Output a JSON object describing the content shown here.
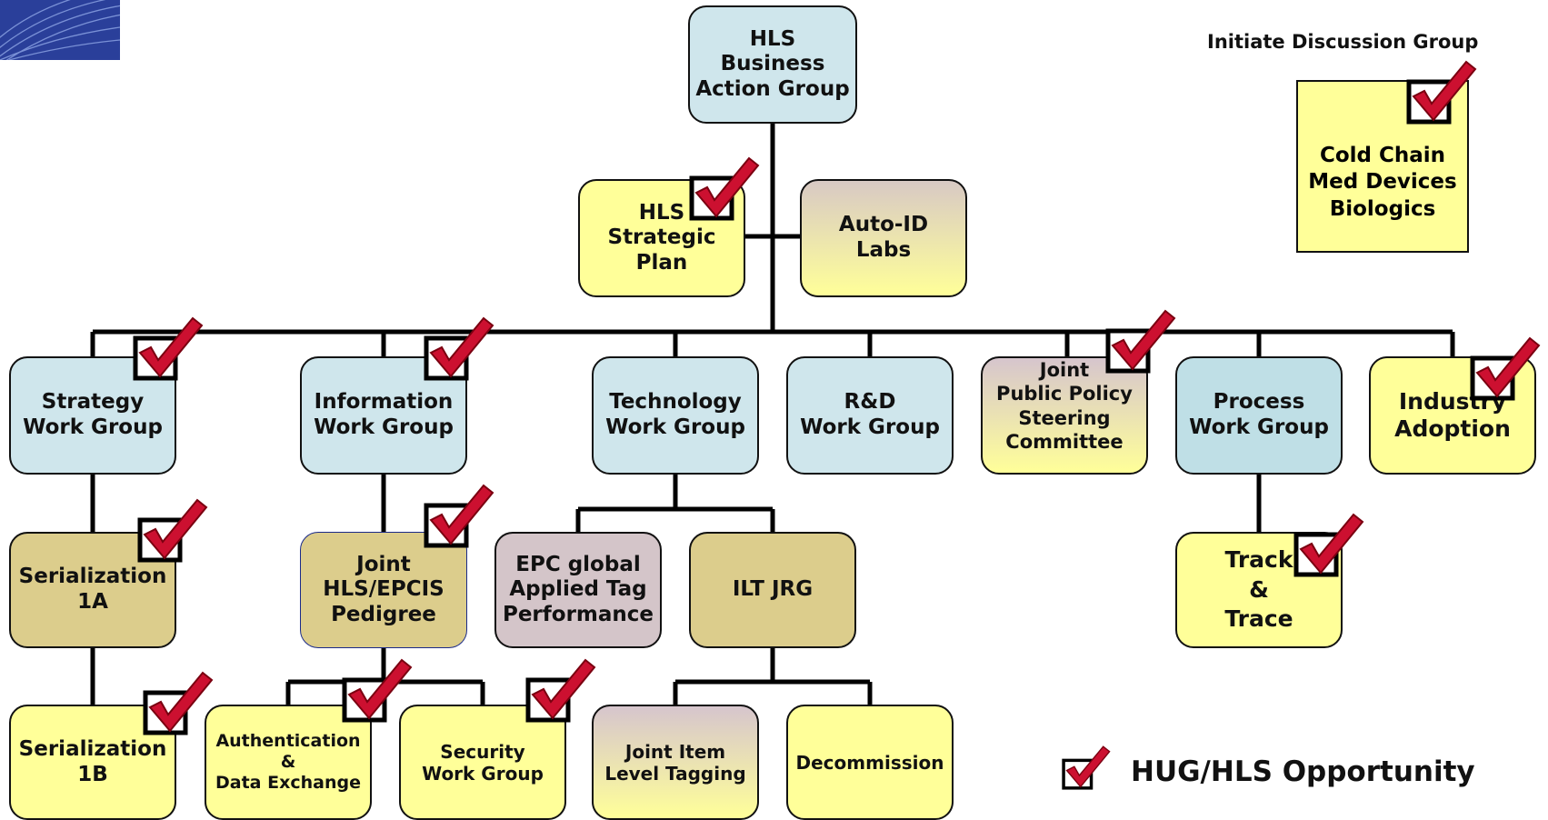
{
  "header_note": "Initiate Discussion Group",
  "legend": {
    "icon": "checkmark-icon",
    "label": "HUG/HLS Opportunity"
  },
  "colors": {
    "blue": "#cfe6ec",
    "yellow": "#ffff99",
    "tan": "#dccd8c",
    "mauve": "#d4c5c9",
    "check": "#cc1030"
  },
  "nodes": {
    "hls_business_action_group": "HLS\nBusiness\nAction Group",
    "hls_strategic_plan": "HLS\nStrategic\nPlan",
    "auto_id_labs": "Auto-ID\nLabs",
    "strategy_work_group": "Strategy\nWork Group",
    "information_work_group": "Information\nWork Group",
    "technology_work_group": "Technology\nWork Group",
    "rd_work_group": "R&D\nWork Group",
    "joint_public_policy": "Joint\nPublic Policy\nSteering\nCommittee",
    "process_work_group": "Process\nWork Group",
    "industry_adoption": "Industry\nAdoption",
    "serialization_1a": "Serialization\n1A",
    "joint_hls_epcis_pedigree": "Joint\nHLS/EPCIS\nPedigree",
    "epc_global_applied_tag": "EPC global\nApplied Tag\nPerformance",
    "ilt_jrg": "ILT JRG",
    "track_trace": "Track\n&\nTrace",
    "serialization_1b": "Serialization\n1B",
    "authentication_data_exchange": "Authentication\n&\nData Exchange",
    "security_work_group": "Security\nWork Group",
    "joint_item_level_tagging": "Joint Item\nLevel Tagging",
    "decommission": "Decommission",
    "cold_chain": "Cold Chain\nMed Devices\nBiologics"
  }
}
